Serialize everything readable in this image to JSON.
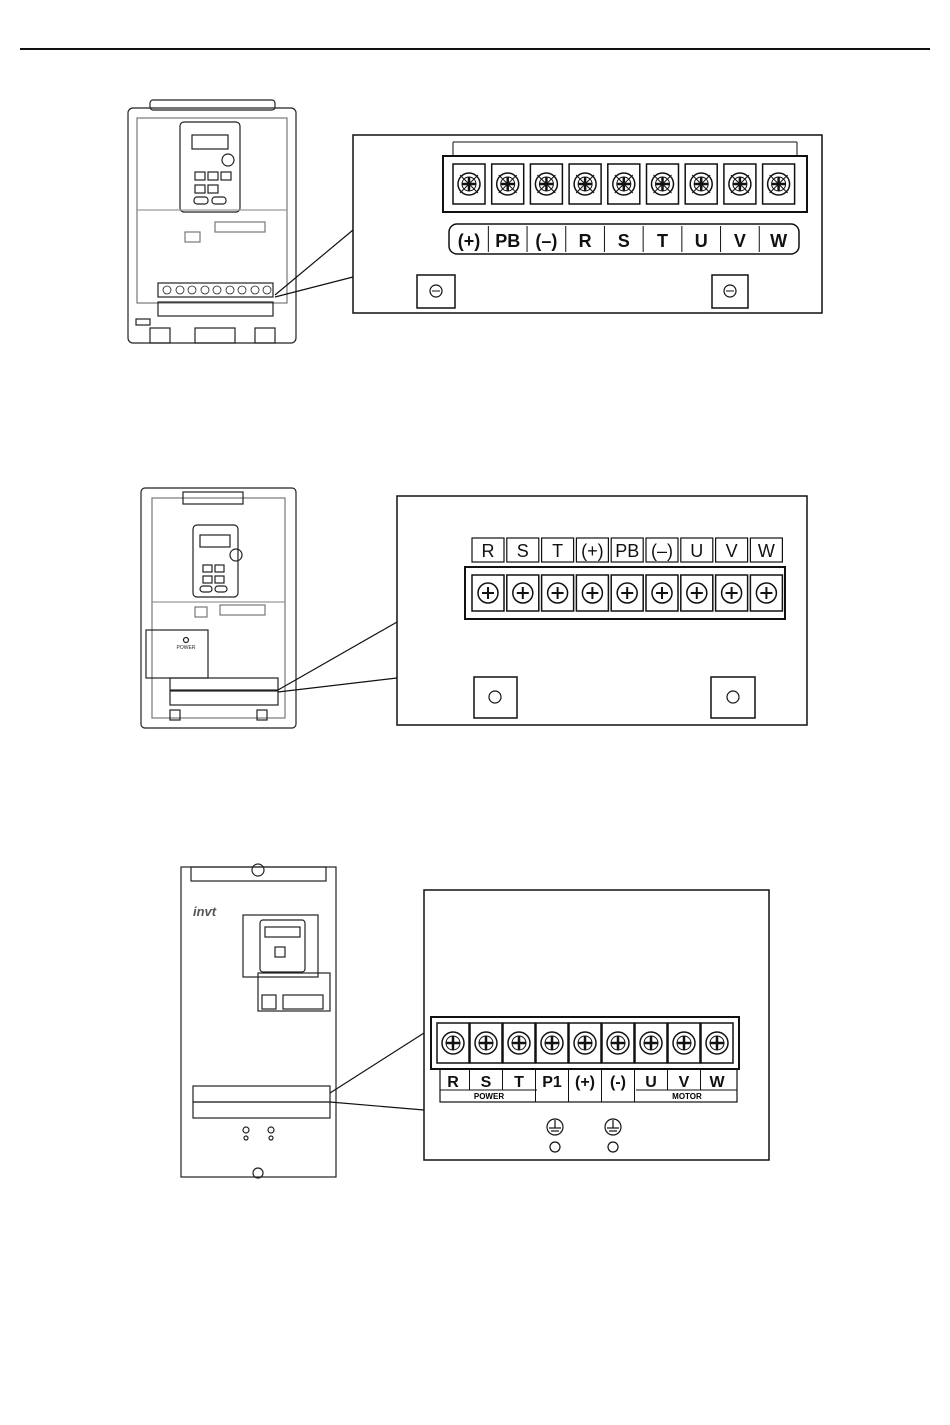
{
  "diagram1": {
    "terminals": [
      "(+)",
      "PB",
      "(–)",
      "R",
      "S",
      "T",
      "U",
      "V",
      "W"
    ],
    "ground_symbols": [
      "ground-left",
      "ground-right"
    ]
  },
  "diagram2": {
    "terminals": [
      "R",
      "S",
      "T",
      "(+)",
      "PB",
      "(–)",
      "U",
      "V",
      "W"
    ],
    "ground_symbols": [
      "ground-left",
      "ground-right"
    ],
    "device_label": "POWER"
  },
  "diagram3": {
    "terminals": [
      "R",
      "S",
      "T",
      "P1",
      "(+)",
      "(-)",
      "U",
      "V",
      "W"
    ],
    "power_group_label": "POWER",
    "motor_group_label": "MOTOR",
    "ground_symbols": [
      "ground-left",
      "ground-right"
    ],
    "brand": "invt"
  },
  "colors": {
    "line": "#111111",
    "light_line": "#777777",
    "background": "#ffffff"
  }
}
